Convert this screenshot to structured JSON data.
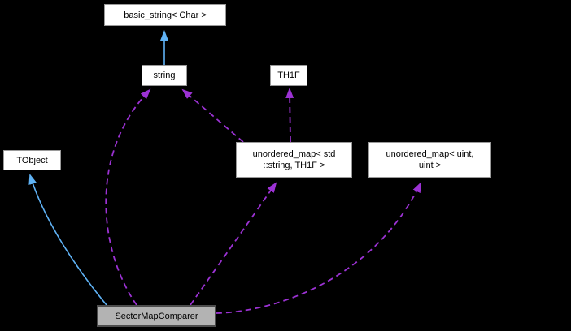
{
  "diagram": {
    "type": "class-collaboration-graph",
    "background": "#000000",
    "colors": {
      "node_fill": "#ffffff",
      "node_border": "#9a9a9a",
      "focus_node_fill": "#b3b3b3",
      "focus_node_border": "#4c4c4c",
      "text": "#000000",
      "inheritance_edge": "#5fb2f5",
      "usage_edge": "#9c32d4"
    },
    "nodes": {
      "basic_string": {
        "label": "basic_string< Char >"
      },
      "string": {
        "label": "string"
      },
      "th1f": {
        "label": "TH1F"
      },
      "tobject": {
        "label": "TObject"
      },
      "umap_string_th1f": {
        "label": "unordered_map< std\n::string, TH1F >"
      },
      "umap_uint_uint": {
        "label": "unordered_map< uint,\nuint >"
      },
      "sectormapcomparer": {
        "label": "SectorMapComparer"
      }
    },
    "edges": [
      {
        "from": "string",
        "to": "basic_string< Char >",
        "style": "solid",
        "relation": "inheritance"
      },
      {
        "from": "SectorMapComparer",
        "to": "TObject",
        "style": "solid",
        "relation": "inheritance"
      },
      {
        "from": "SectorMapComparer",
        "to": "string",
        "style": "dashed",
        "relation": "usage"
      },
      {
        "from": "unordered_map< std::string, TH1F >",
        "to": "string",
        "style": "dashed",
        "relation": "usage"
      },
      {
        "from": "unordered_map< std::string, TH1F >",
        "to": "TH1F",
        "style": "dashed",
        "relation": "usage"
      },
      {
        "from": "SectorMapComparer",
        "to": "unordered_map< std::string, TH1F >",
        "style": "dashed",
        "relation": "usage"
      },
      {
        "from": "SectorMapComparer",
        "to": "unordered_map< uint, uint >",
        "style": "dashed",
        "relation": "usage"
      }
    ]
  }
}
